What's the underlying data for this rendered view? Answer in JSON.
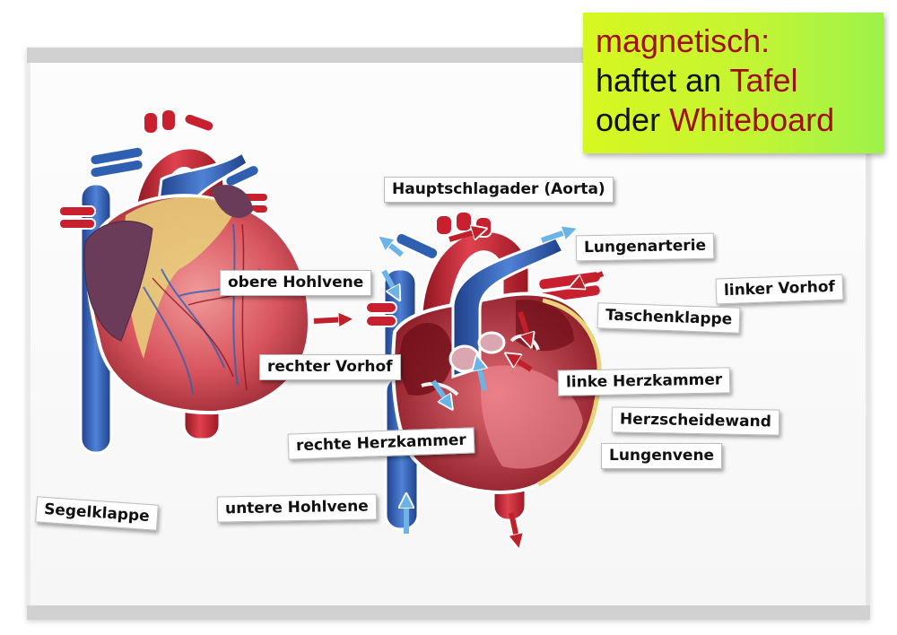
{
  "promo": {
    "line1_red": "magnetisch:",
    "line2_black": "haftet an ",
    "line2_red": "Tafel",
    "line3_black": "oder ",
    "line3_red": "Whiteboard",
    "colors": {
      "background_start": "#d7f720",
      "background_end": "#9df24b",
      "accent_text": "#a01010",
      "text": "#111111"
    }
  },
  "board": {
    "frame_color": "#d1d1d1",
    "surface_color": "#f8f8f8"
  },
  "illustrations": {
    "left": "heart-exterior-view",
    "right": "heart-cross-section",
    "colors": {
      "artery_red": "#c8202e",
      "vein_blue": "#2f5fb0",
      "arrow_red": "#c0202a",
      "arrow_blue": "#6cb4e6",
      "fat_yellow": "#e8d27a",
      "atrium_purple": "#6a3c5a"
    }
  },
  "labels": [
    {
      "id": "hauptschlagader",
      "text": "Hauptschlagader (Aorta)"
    },
    {
      "id": "lungenarterie",
      "text": "Lungenarterie"
    },
    {
      "id": "linker-vorhof",
      "text": "linker Vorhof"
    },
    {
      "id": "taschenklappe",
      "text": "Taschenklappe"
    },
    {
      "id": "obere-hohlvene",
      "text": "obere Hohlvene"
    },
    {
      "id": "rechter-vorhof",
      "text": "rechter Vorhof"
    },
    {
      "id": "linke-herzkammer",
      "text": "linke Herzkammer"
    },
    {
      "id": "herzscheidewand",
      "text": "Herzscheidewand"
    },
    {
      "id": "rechte-herzkammer",
      "text": "rechte Herzkammer"
    },
    {
      "id": "lungenvene",
      "text": "Lungenvene"
    },
    {
      "id": "segelklappe",
      "text": "Segelklappe"
    },
    {
      "id": "untere-hohlvene",
      "text": "untere Hohlvene"
    }
  ]
}
